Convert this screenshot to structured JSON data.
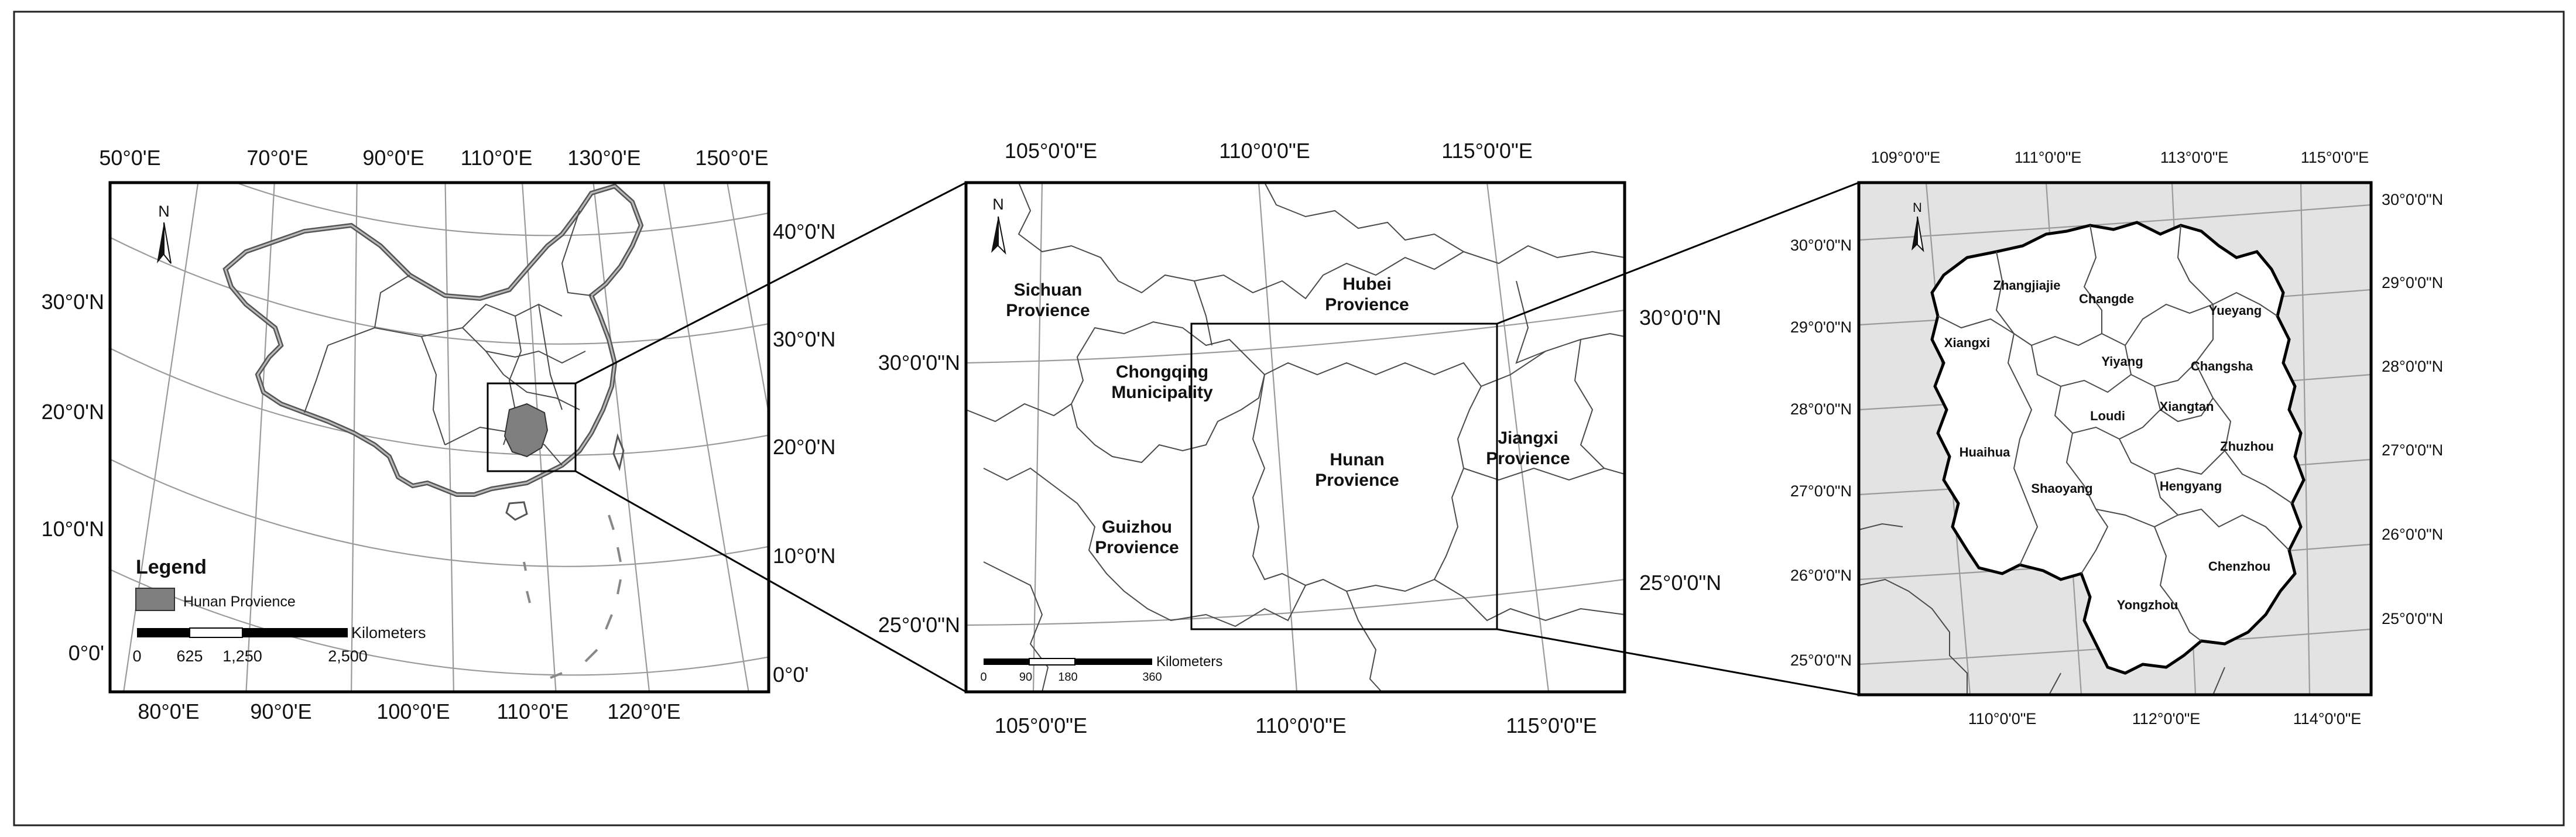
{
  "panel1": {
    "top_lon_labels": [
      "50°0'E",
      "70°0'E",
      "90°0'E",
      "110°0'E",
      "130°0'E",
      "150°0'E"
    ],
    "bottom_lon_labels": [
      "80°0'E",
      "90°0'E",
      "100°0'E",
      "110°0'E",
      "120°0'E"
    ],
    "left_lat_labels": [
      "30°0'N",
      "20°0'N",
      "10°0'N",
      "0°0'"
    ],
    "right_lat_labels": [
      "40°0'N",
      "30°0'N",
      "20°0'N",
      "10°0'N",
      "0°0'"
    ],
    "north_label": "N",
    "legend": {
      "title": "Legend",
      "items": [
        {
          "label": "Hunan Provience",
          "color": "#7f7f7f"
        }
      ],
      "scale_ticks": [
        "0",
        "625",
        "1,250",
        "2,500"
      ],
      "scale_unit": "Kilometers"
    }
  },
  "panel2": {
    "top_lon_labels": [
      "105°0'0\"E",
      "110°0'0\"E",
      "115°0'0\"E"
    ],
    "bottom_lon_labels": [
      "105°0'0\"E",
      "110°0'0\"E",
      "115°0'0\"E"
    ],
    "left_lat_labels": [
      "30°0'0\"N",
      "25°0'0\"N"
    ],
    "right_lat_labels": [
      "30°0'0\"N",
      "25°0'0\"N"
    ],
    "north_label": "N",
    "provinces": [
      {
        "line1": "Sichuan",
        "line2": "Provience"
      },
      {
        "line1": "Hubei",
        "line2": "Provience"
      },
      {
        "line1": "Chongqing",
        "line2": "Municipality"
      },
      {
        "line1": "Hunan",
        "line2": "Provience"
      },
      {
        "line1": "Jiangxi",
        "line2": "Provience"
      },
      {
        "line1": "Guizhou",
        "line2": "Provience"
      }
    ],
    "scale_ticks": [
      "0",
      "90",
      "180",
      "360"
    ],
    "scale_unit": "Kilometers"
  },
  "panel3": {
    "top_lon_labels": [
      "109°0'0\"E",
      "111°0'0\"E",
      "113°0'0\"E",
      "115°0'0\"E"
    ],
    "bottom_lon_labels": [
      "110°0'0\"E",
      "112°0'0\"E",
      "114°0'0\"E"
    ],
    "left_lat_labels": [
      "30°0'0\"N",
      "29°0'0\"N",
      "28°0'0\"N",
      "27°0'0\"N",
      "26°0'0\"N",
      "25°0'0\"N"
    ],
    "right_lat_labels": [
      "30°0'0\"N",
      "29°0'0\"N",
      "28°0'0\"N",
      "27°0'0\"N",
      "26°0'0\"N",
      "25°0'0\"N"
    ],
    "north_label": "N",
    "cities": [
      "Zhangjiajie",
      "Changde",
      "Yueyang",
      "Xiangxi",
      "Yiyang",
      "Changsha",
      "Xiangtan",
      "Loudi",
      "Huaihua",
      "Zhuzhou",
      "Shaoyang",
      "Hengyang",
      "Chenzhou",
      "Yongzhou"
    ]
  },
  "colors": {
    "hunan_fill": "#7f7f7f",
    "inset_background": "#e3e3e3"
  }
}
